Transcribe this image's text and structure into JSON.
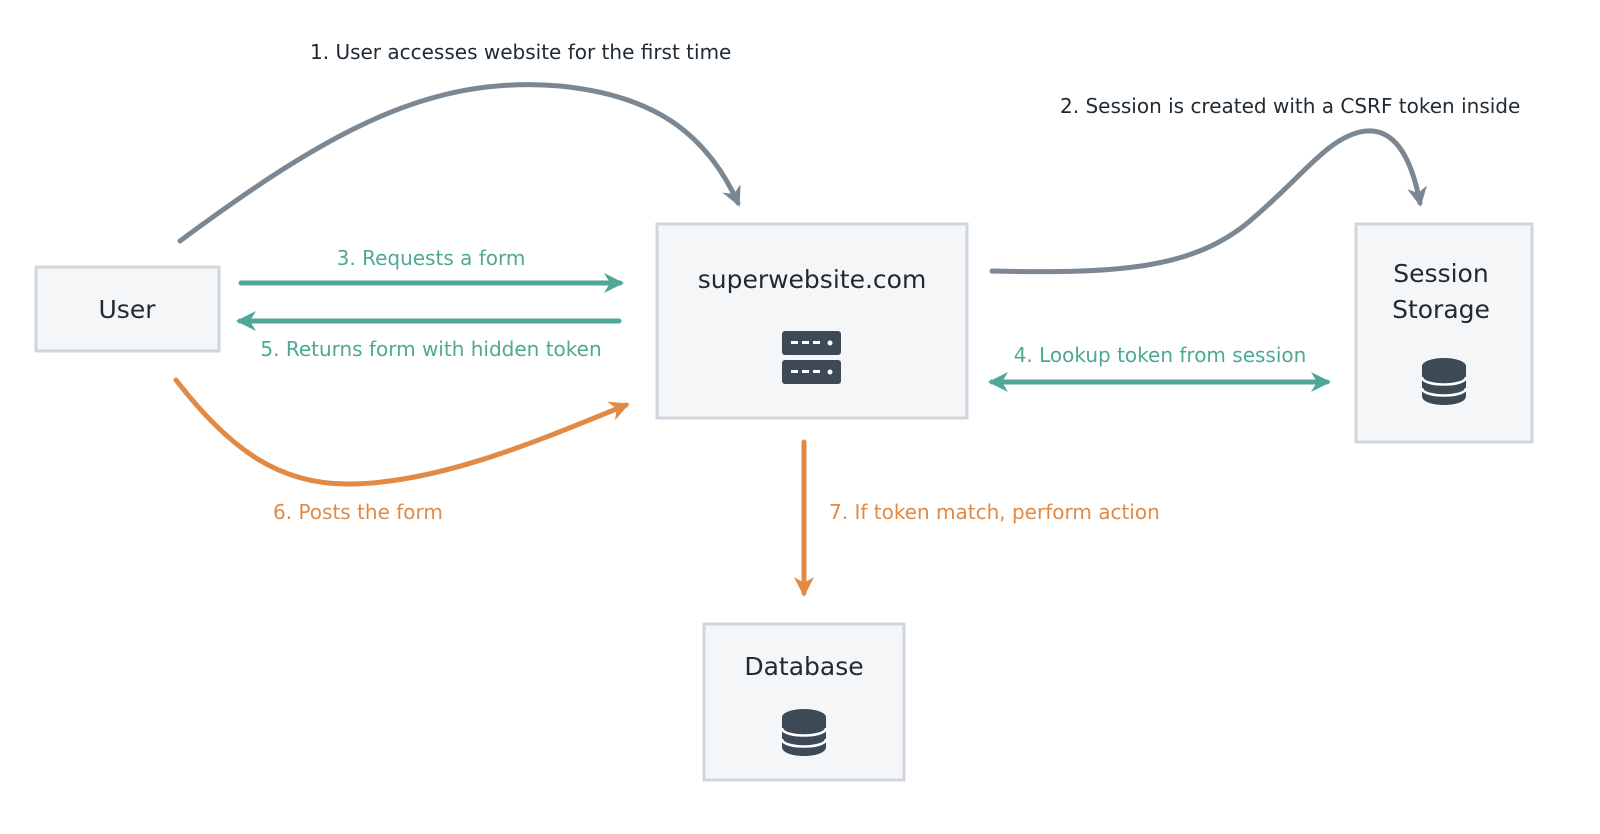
{
  "colors": {
    "gray": "#7b8893",
    "teal": "#4ea895",
    "orange": "#e08a45",
    "icon": "#3d4a56",
    "text": "#1f2a33"
  },
  "nodes": {
    "user": {
      "label": "User"
    },
    "website": {
      "label": "superwebsite.com",
      "icon": "server-icon"
    },
    "session": {
      "label_line1": "Session",
      "label_line2": "Storage",
      "icon": "database-icon"
    },
    "database": {
      "label": "Database",
      "icon": "database-icon"
    }
  },
  "edges": [
    {
      "id": "step-1",
      "label": "1. User accesses website for the first time",
      "from": "User",
      "to": "superwebsite.com",
      "color": "gray"
    },
    {
      "id": "step-2",
      "label": "2. Session is created with a CSRF token inside",
      "from": "superwebsite.com",
      "to": "Session Storage",
      "color": "gray"
    },
    {
      "id": "step-3",
      "label": "3. Requests a form",
      "from": "User",
      "to": "superwebsite.com",
      "color": "teal"
    },
    {
      "id": "step-4",
      "label": "4. Lookup token from session",
      "from": "superwebsite.com",
      "to": "Session Storage",
      "color": "teal",
      "bidirectional": true
    },
    {
      "id": "step-5",
      "label": "5. Returns form with hidden token",
      "from": "superwebsite.com",
      "to": "User",
      "color": "teal"
    },
    {
      "id": "step-6",
      "label": "6. Posts the form",
      "from": "User",
      "to": "superwebsite.com",
      "color": "orange"
    },
    {
      "id": "step-7",
      "label": "7. If token match, perform action",
      "from": "superwebsite.com",
      "to": "Database",
      "color": "orange"
    }
  ]
}
